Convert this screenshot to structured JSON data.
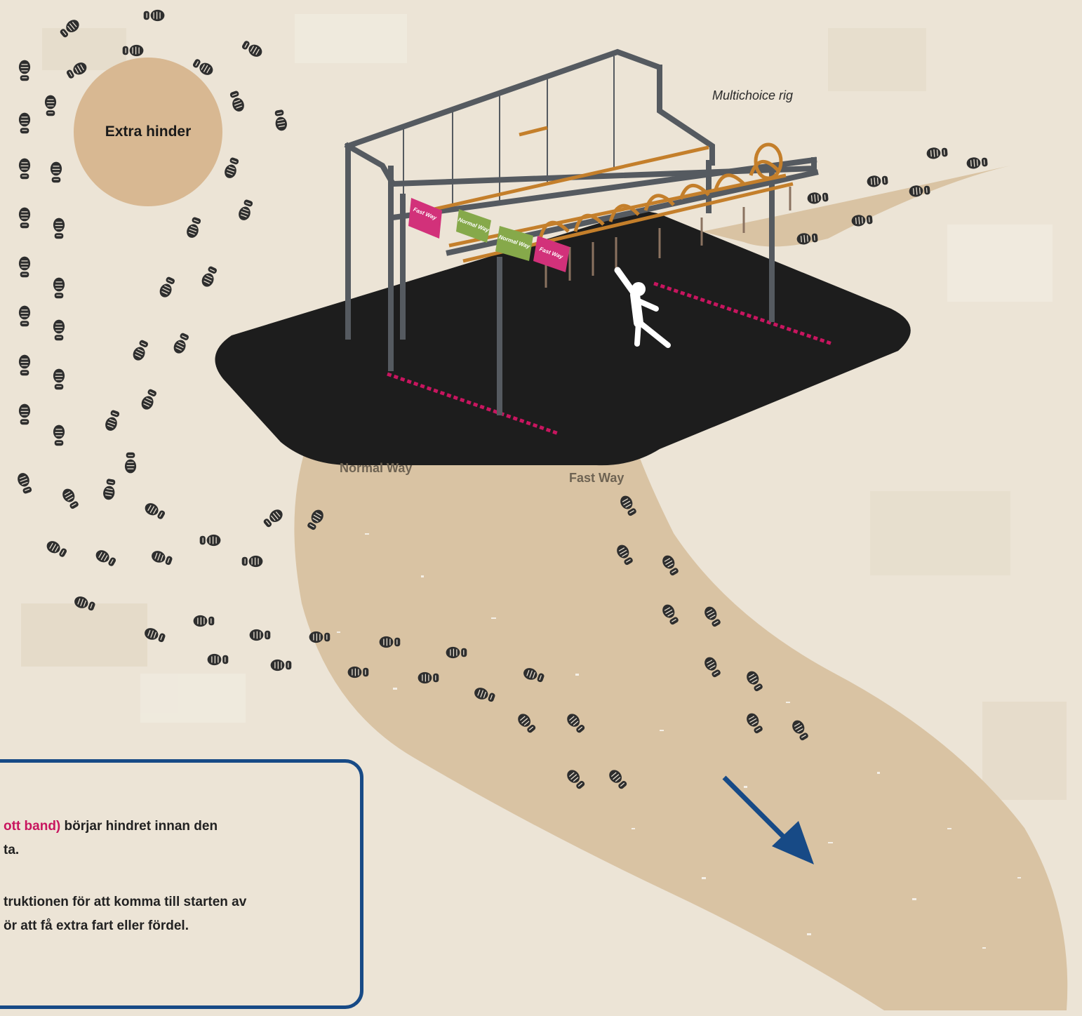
{
  "labels": {
    "extra_hinder": "Extra hinder",
    "rig": "Multichoice rig",
    "normal_way": "Normal Way",
    "fast_way": "Fast Way"
  },
  "flags": [
    {
      "text": "Fast Way",
      "color": "#d2317a"
    },
    {
      "text": "Normal Way",
      "color": "#86a94a"
    },
    {
      "text": "Normal Way",
      "color": "#86a94a"
    },
    {
      "text": "Fast Way",
      "color": "#d2317a"
    }
  ],
  "info": {
    "line1_highlight": "ott band)",
    "line1_rest": " börjar hindret innan den",
    "line2": "ta.",
    "line3": "truktionen för att komma till starten av",
    "line4": "ör att få extra fart eller fördel."
  },
  "colors": {
    "sand": "#d9c3a3",
    "ground": "#1d1d1d",
    "frame": "#555a60",
    "rungs": "#c47f2b",
    "marker": "#c8155f",
    "box_border": "#174a86",
    "arrow": "#174a86",
    "circle": "#d8b892",
    "footprint": "#2e2e2e"
  },
  "icons": {
    "figure": "person-swinging-icon",
    "arrow": "direction-arrow-icon",
    "footprints": "footprint-icon"
  }
}
